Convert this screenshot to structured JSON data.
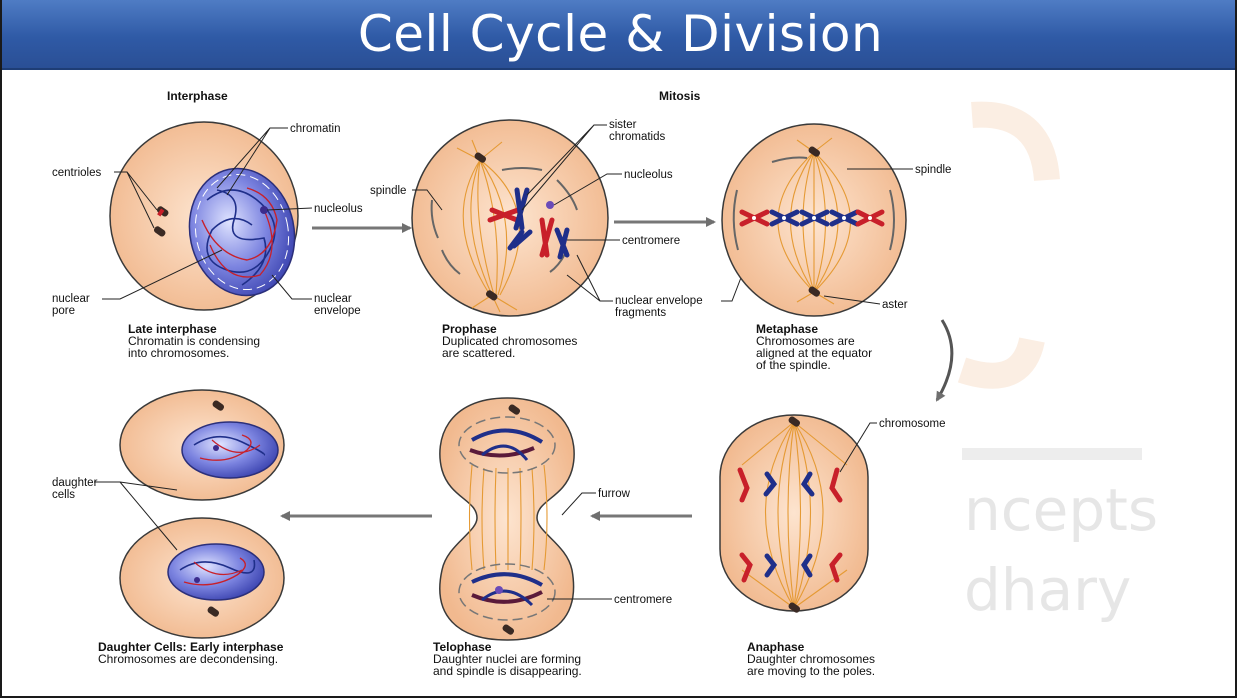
{
  "slide": {
    "title": "Cell Cycle & Division"
  },
  "headers": {
    "interphase": "Interphase",
    "mitosis": "Mitosis"
  },
  "watermark": {
    "line1": "ncepts",
    "line2": "dhary"
  },
  "labels": {
    "chromatin": "chromatin",
    "centrioles": "centrioles",
    "nucleolus_1": "nucleolus",
    "nuclear_pore": [
      "nuclear",
      "pore"
    ],
    "nuclear_envelope": [
      "nuclear",
      "envelope"
    ],
    "sister_chromatids": [
      "sister",
      "chromatids"
    ],
    "nucleolus_2": "nucleolus",
    "spindle_1": "spindle",
    "centromere_1": "centromere",
    "nuclear_envelope_fragments": [
      "nuclear envelope",
      "fragments"
    ],
    "spindle_2": "spindle",
    "aster": "aster",
    "chromosome": "chromosome",
    "furrow": "furrow",
    "centromere_2": "centromere",
    "daughter_cells": [
      "daughter",
      "cells"
    ]
  },
  "captions": {
    "late_interphase": {
      "title": "Late interphase",
      "lines": [
        "Chromatin is condensing",
        "into chromosomes."
      ]
    },
    "prophase": {
      "title": "Prophase",
      "lines": [
        "Duplicated chromosomes",
        "are scattered."
      ]
    },
    "metaphase": {
      "title": "Metaphase",
      "lines": [
        "Chromosomes are",
        "aligned at the equator",
        "of the spindle."
      ]
    },
    "anaphase": {
      "title": "Anaphase",
      "lines": [
        "Daughter chromosomes",
        "are moving to the poles."
      ]
    },
    "telophase": {
      "title": "Telophase",
      "lines": [
        "Daughter nuclei are forming",
        "and spindle is disappearing."
      ]
    },
    "daughter_cells": {
      "title": "Daughter Cells: Early interphase",
      "lines": [
        "Chromosomes are decondensing."
      ]
    }
  },
  "colors": {
    "cell_fill": "#f6c9a4",
    "cell_outline": "#3a3a3a",
    "nucleus": "#5a63c8",
    "chromosome_red": "#c8202a",
    "chromosome_blue": "#1f2f8a",
    "spindle_fiber": "#e59a34",
    "arrow": "#777777",
    "title_bar": "#3a66b2"
  }
}
